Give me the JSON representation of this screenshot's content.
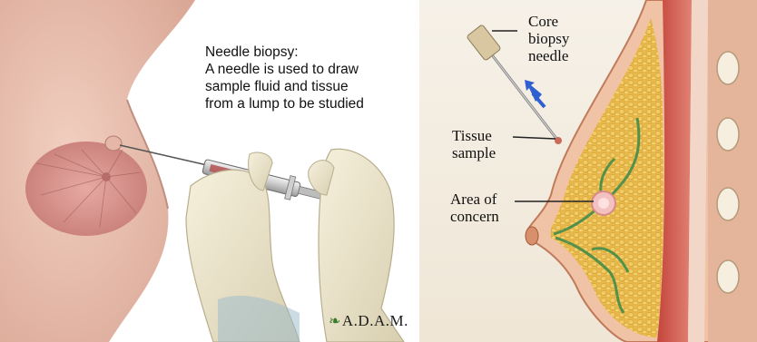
{
  "left": {
    "caption": {
      "title": "Needle biopsy:",
      "lines": [
        "A needle is used to draw",
        "sample fluid and tissue",
        "from a lump to be studied"
      ]
    },
    "logo": "A.D.A.M.",
    "logo_icon": "leaf-icon"
  },
  "right": {
    "labels": {
      "needle": [
        "Core",
        "biopsy",
        "needle"
      ],
      "tissue": [
        "Tissue",
        "sample"
      ],
      "concern": [
        "Area of",
        "concern"
      ]
    },
    "arrow_color": "#2f5fd0"
  }
}
